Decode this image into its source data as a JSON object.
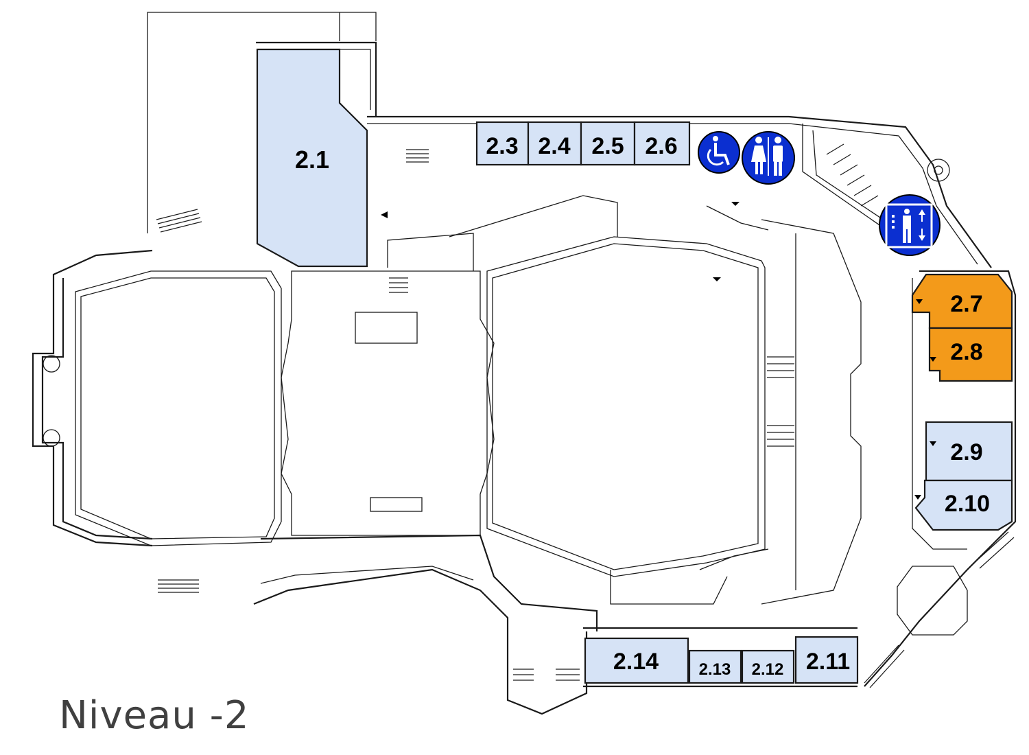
{
  "level_title": "Niveau -2",
  "rooms": [
    {
      "id": "2.1",
      "label": "2.1",
      "color": "#d6e3f6"
    },
    {
      "id": "2.3",
      "label": "2.3",
      "color": "#d6e3f6"
    },
    {
      "id": "2.4",
      "label": "2.4",
      "color": "#d6e3f6"
    },
    {
      "id": "2.5",
      "label": "2.5",
      "color": "#d6e3f6"
    },
    {
      "id": "2.6",
      "label": "2.6",
      "color": "#d6e3f6"
    },
    {
      "id": "2.7",
      "label": "2.7",
      "color": "#f39a1a"
    },
    {
      "id": "2.8",
      "label": "2.8",
      "color": "#f39a1a"
    },
    {
      "id": "2.9",
      "label": "2.9",
      "color": "#d6e3f6"
    },
    {
      "id": "2.10",
      "label": "2.10",
      "color": "#d6e3f6"
    },
    {
      "id": "2.11",
      "label": "2.11",
      "color": "#d6e3f6"
    },
    {
      "id": "2.12",
      "label": "2.12",
      "color": "#d6e3f6"
    },
    {
      "id": "2.13",
      "label": "2.13",
      "color": "#d6e3f6"
    },
    {
      "id": "2.14",
      "label": "2.14",
      "color": "#d6e3f6"
    }
  ],
  "icons": [
    {
      "name": "wheelchair-accessible-icon",
      "color": "#0b2fd0"
    },
    {
      "name": "restroom-icon",
      "color": "#0b2fd0"
    },
    {
      "name": "elevator-icon",
      "color": "#0b2fd0"
    }
  ],
  "colors": {
    "room_blue": "#d6e3f6",
    "room_orange": "#f39a1a",
    "icon_blue": "#0b2fd0",
    "title_gray": "#404040"
  }
}
